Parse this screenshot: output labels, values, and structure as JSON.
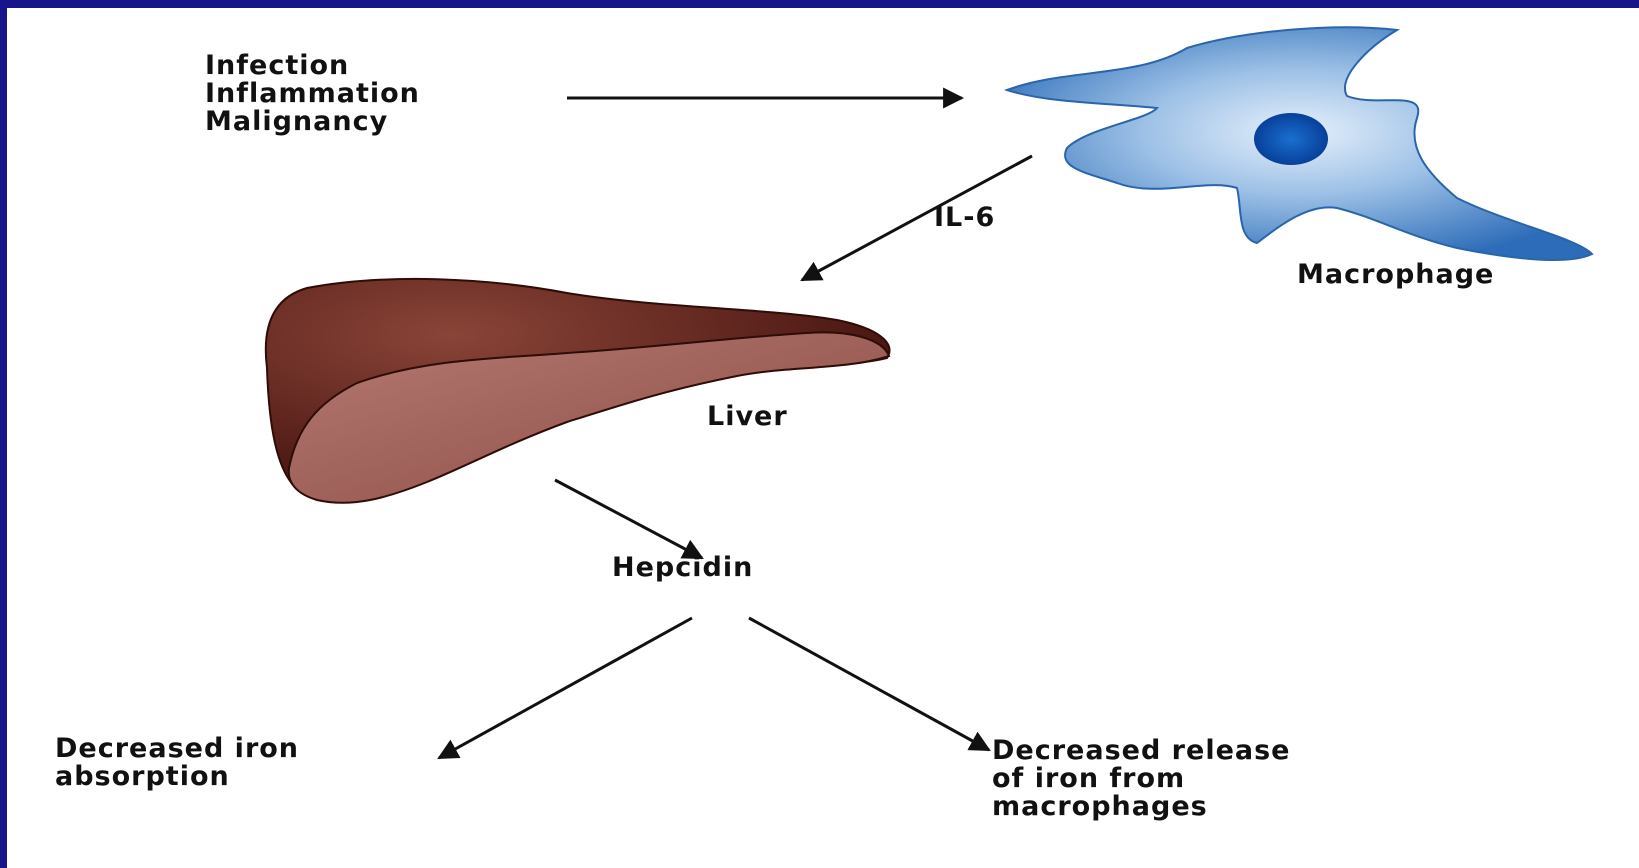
{
  "causes": [
    "Infection",
    "Inflammation",
    "Malignancy"
  ],
  "cytokine": "IL-6",
  "macrophage": "Macrophage",
  "liver": "Liver",
  "hormone": "Hepcidin",
  "effect_absorption": [
    "Decreased iron",
    "absorption"
  ],
  "effect_release": [
    "Decreased release",
    "of iron from",
    "macrophages"
  ],
  "colors": {
    "frame": "#16168a",
    "macrophage": "#3a78c0",
    "nucleus": "#0a4fa8",
    "liver": "#5a1f1a",
    "arrow": "#111111"
  }
}
